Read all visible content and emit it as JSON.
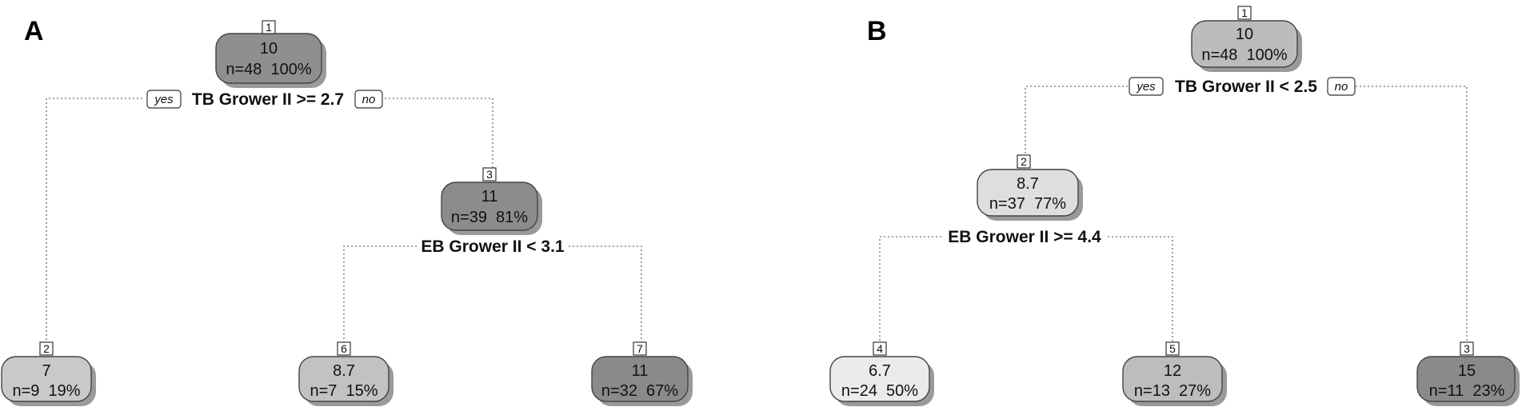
{
  "panels": [
    {
      "letter": "A",
      "nodes": [
        {
          "id": "1",
          "value": "10",
          "stats": "n=48  100%",
          "fill": "#8f8f8f"
        },
        {
          "id": "2",
          "value": "7",
          "stats": "n=9  19%",
          "fill": "#c9c9c9"
        },
        {
          "id": "3",
          "value": "11",
          "stats": "n=39  81%",
          "fill": "#8c8c8c"
        },
        {
          "id": "6",
          "value": "8.7",
          "stats": "n=7  15%",
          "fill": "#c2c2c2"
        },
        {
          "id": "7",
          "value": "11",
          "stats": "n=32  67%",
          "fill": "#8a8a8a"
        }
      ],
      "splits": [
        {
          "label": "TB Grower II >= 2.7",
          "yes": "yes",
          "no": "no"
        },
        {
          "label": "EB Grower II < 3.1"
        }
      ]
    },
    {
      "letter": "B",
      "nodes": [
        {
          "id": "1",
          "value": "10",
          "stats": "n=48  100%",
          "fill": "#bcbcbc"
        },
        {
          "id": "2",
          "value": "8.7",
          "stats": "n=37  77%",
          "fill": "#dedede"
        },
        {
          "id": "4",
          "value": "6.7",
          "stats": "n=24  50%",
          "fill": "#ebebeb"
        },
        {
          "id": "5",
          "value": "12",
          "stats": "n=13  27%",
          "fill": "#bdbdbd"
        },
        {
          "id": "3",
          "value": "15",
          "stats": "n=11  23%",
          "fill": "#8a8a8a"
        }
      ],
      "splits": [
        {
          "label": "TB Grower II < 2.5",
          "yes": "yes",
          "no": "no"
        },
        {
          "label": "EB Grower II >= 4.4"
        }
      ]
    }
  ]
}
